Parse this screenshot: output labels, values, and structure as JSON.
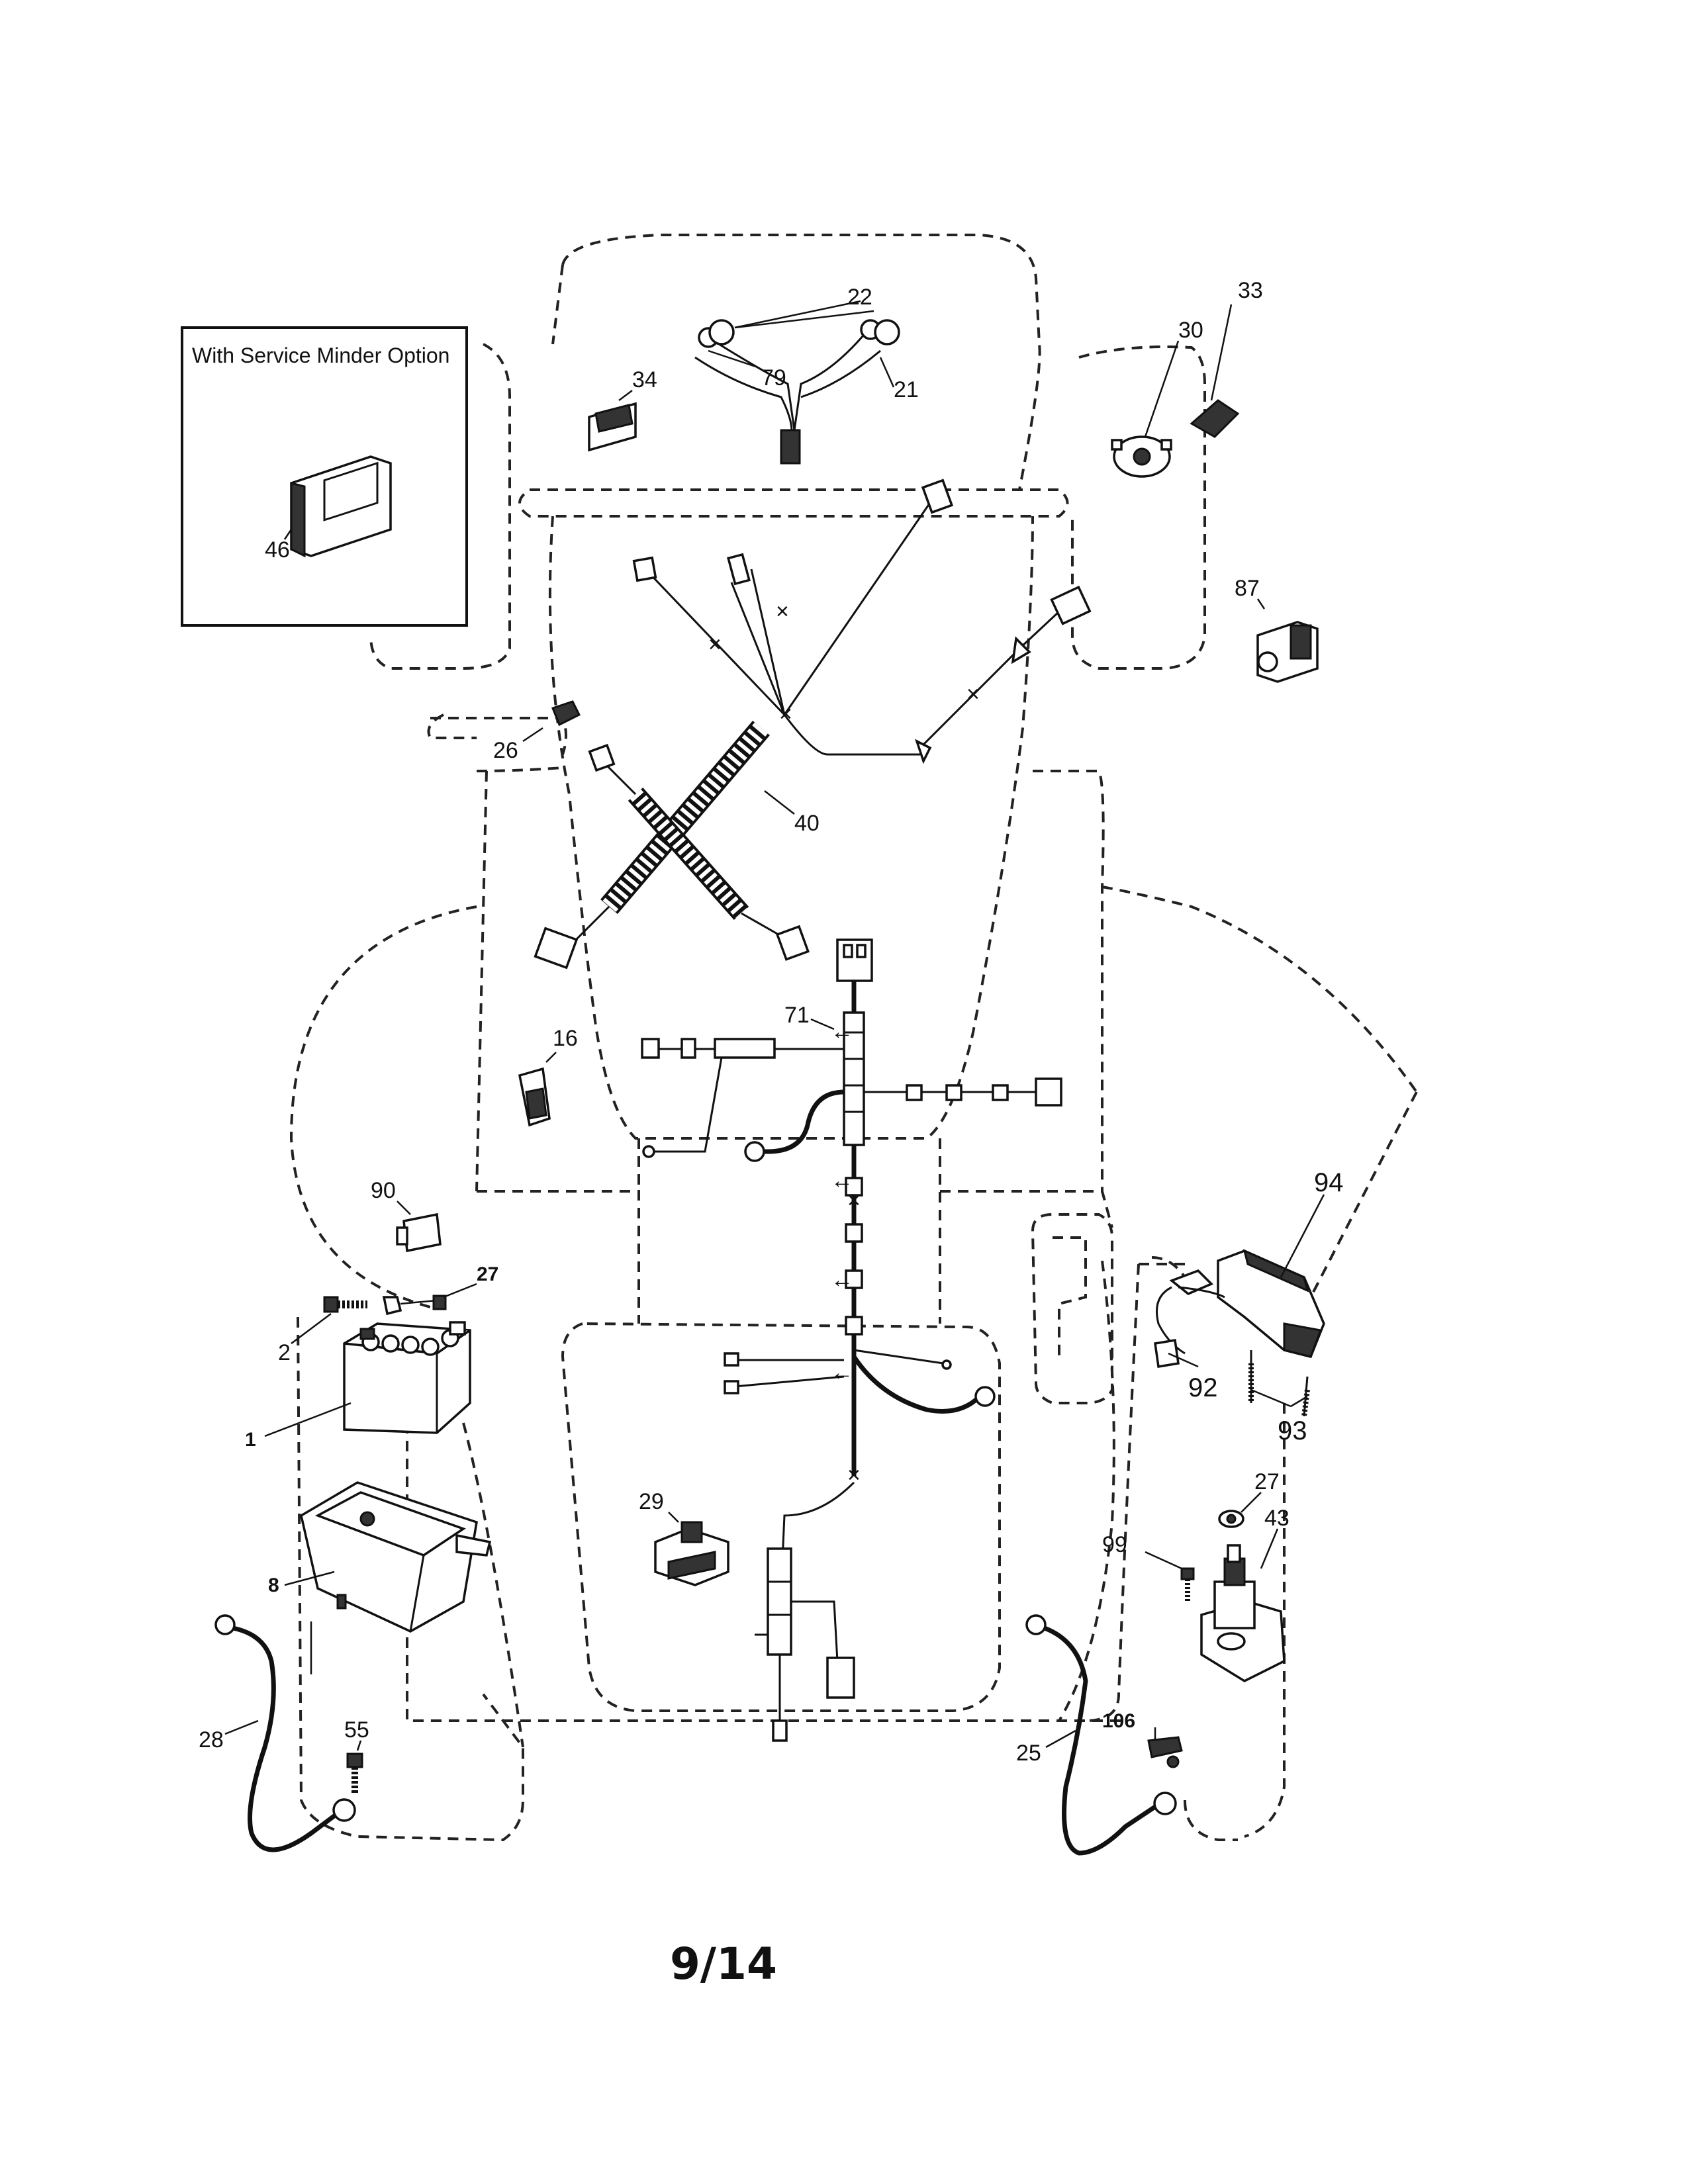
{
  "diagram": {
    "inset_title": "With Service Minder Option",
    "page_number": "9/14"
  },
  "callouts": [
    {
      "id": "46",
      "label": "46"
    },
    {
      "id": "22",
      "label": "22"
    },
    {
      "id": "79",
      "label": "79"
    },
    {
      "id": "21",
      "label": "21"
    },
    {
      "id": "34",
      "label": "34"
    },
    {
      "id": "30",
      "label": "30"
    },
    {
      "id": "33",
      "label": "33"
    },
    {
      "id": "87",
      "label": "87"
    },
    {
      "id": "26",
      "label": "26"
    },
    {
      "id": "40",
      "label": "40"
    },
    {
      "id": "71",
      "label": "71"
    },
    {
      "id": "16",
      "label": "16"
    },
    {
      "id": "90",
      "label": "90"
    },
    {
      "id": "27a",
      "label": "27"
    },
    {
      "id": "2",
      "label": "2"
    },
    {
      "id": "1",
      "label": "1"
    },
    {
      "id": "8",
      "label": "8"
    },
    {
      "id": "28",
      "label": "28"
    },
    {
      "id": "55",
      "label": "55"
    },
    {
      "id": "29",
      "label": "29"
    },
    {
      "id": "94",
      "label": "94"
    },
    {
      "id": "92",
      "label": "92"
    },
    {
      "id": "93",
      "label": "93"
    },
    {
      "id": "27b",
      "label": "27"
    },
    {
      "id": "43",
      "label": "43"
    },
    {
      "id": "99",
      "label": "99"
    },
    {
      "id": "106",
      "label": "106"
    },
    {
      "id": "25",
      "label": "25"
    }
  ]
}
